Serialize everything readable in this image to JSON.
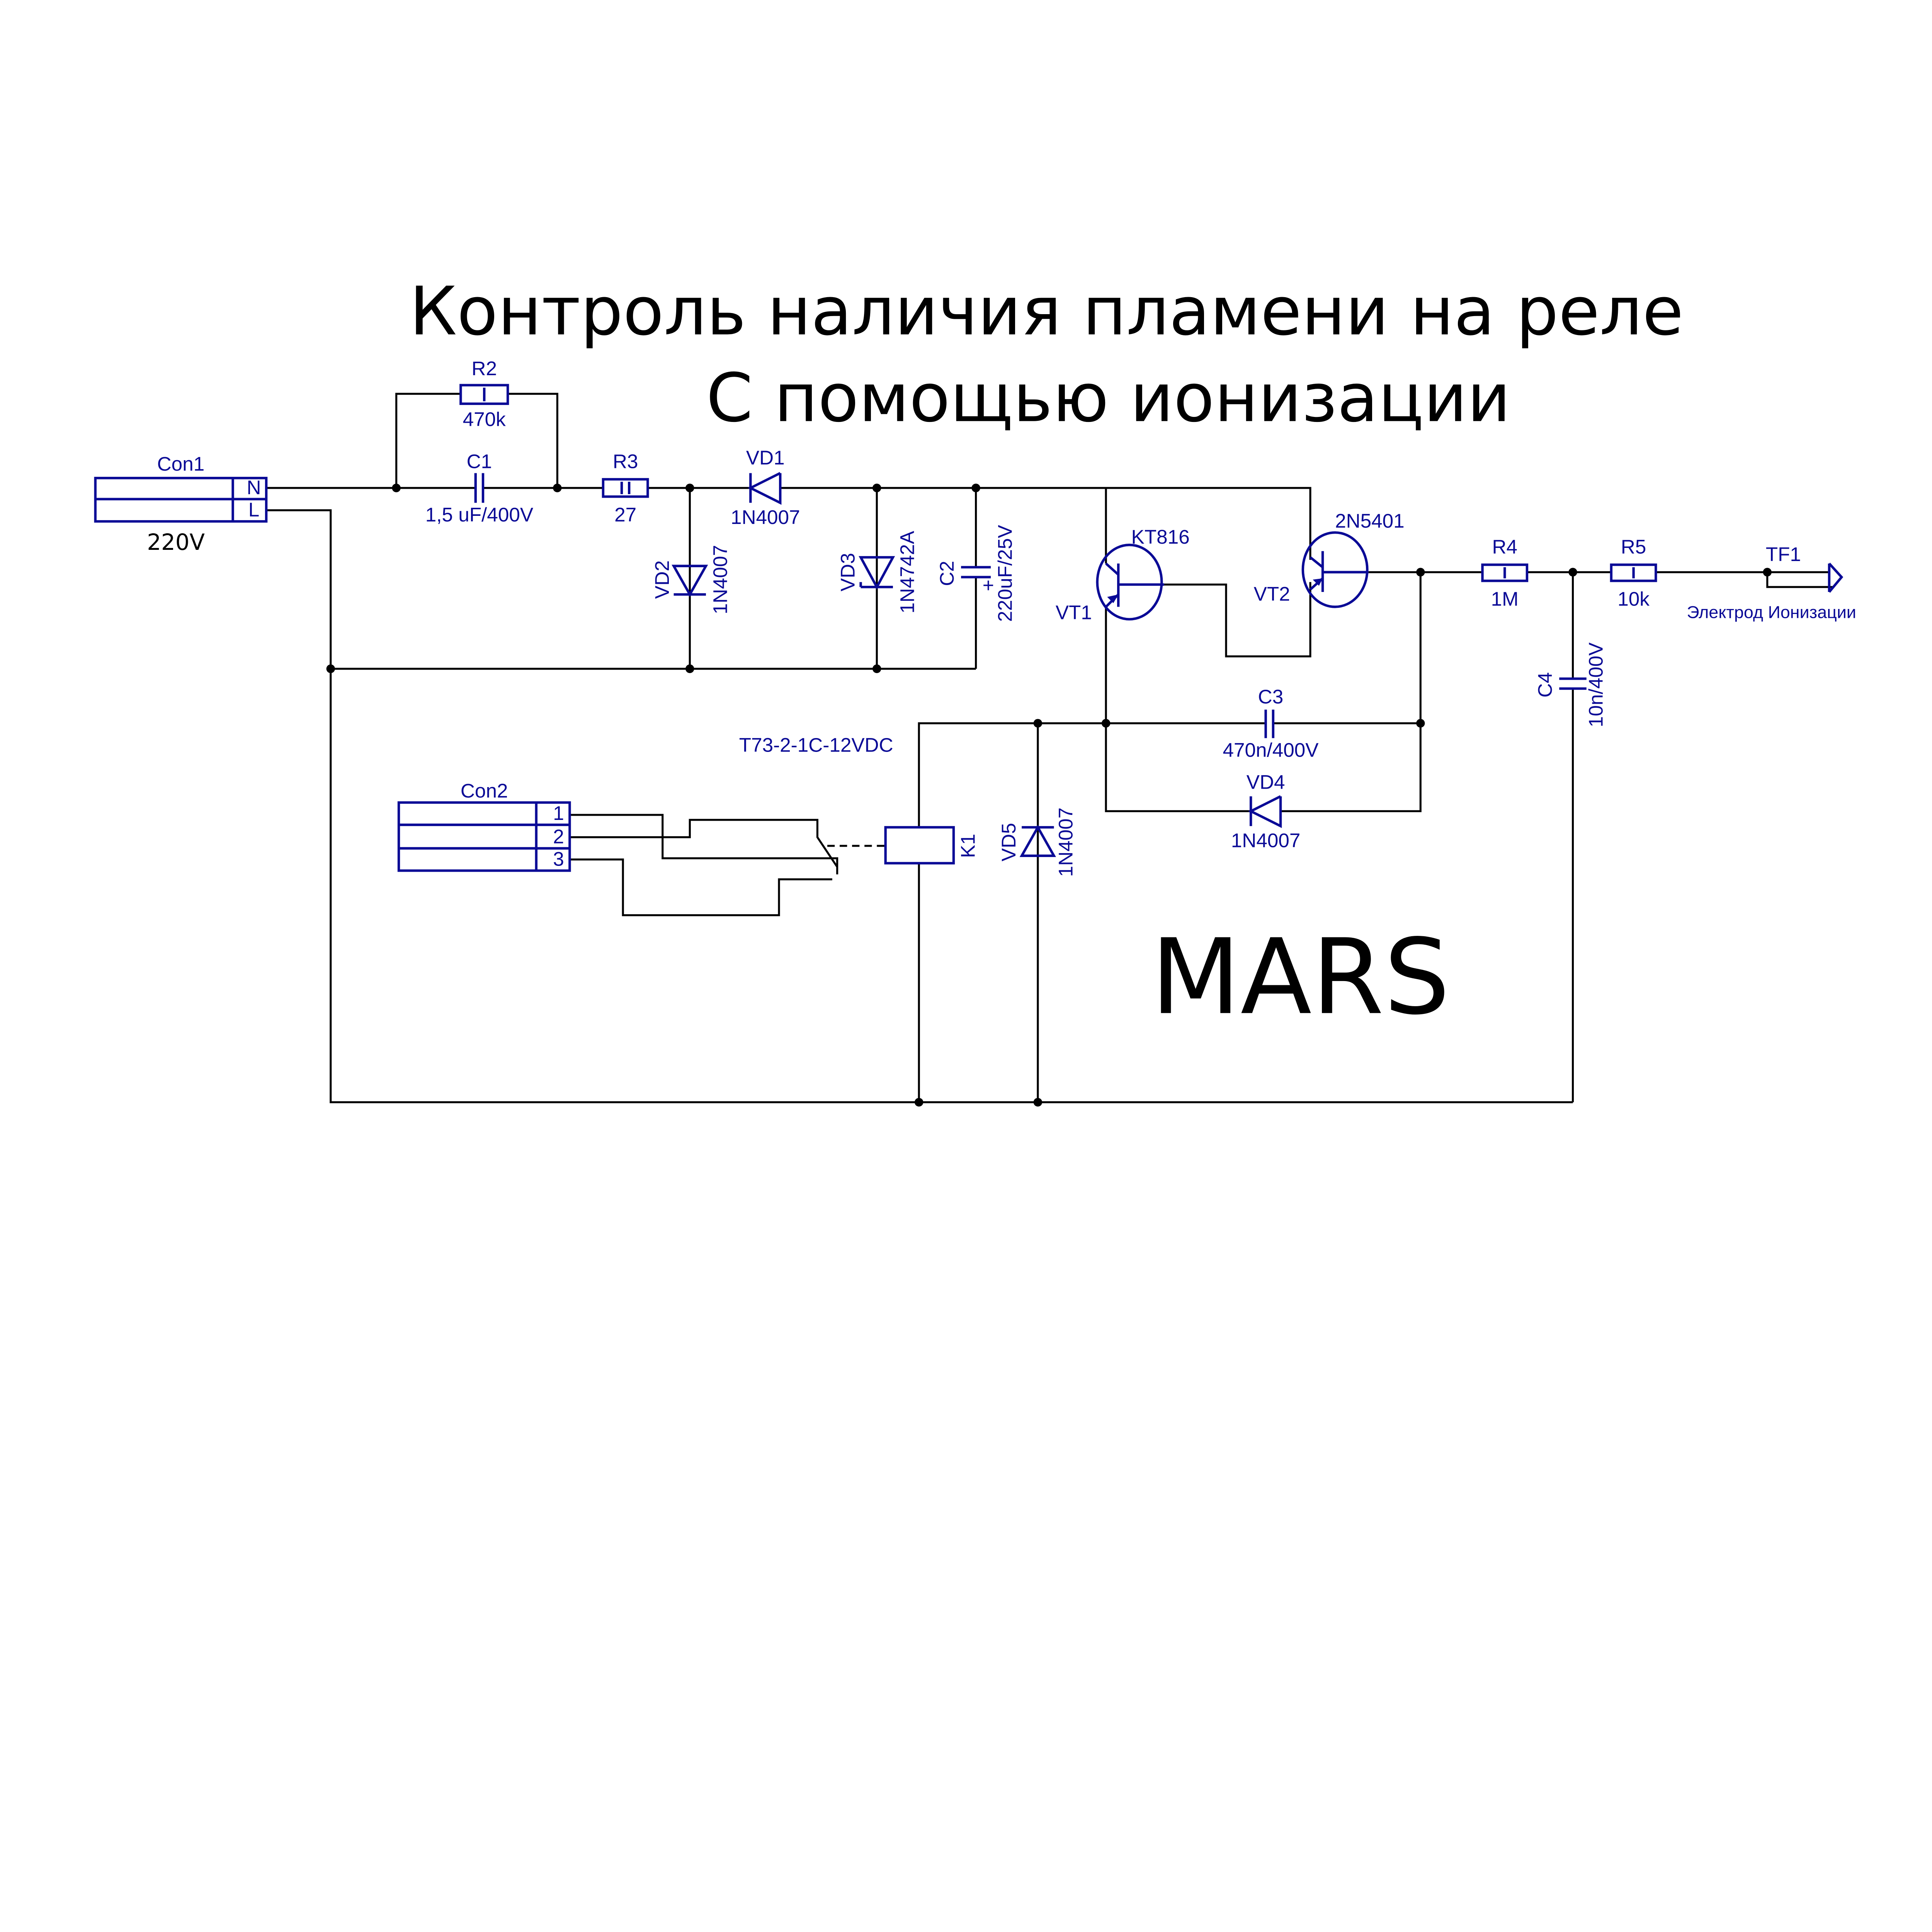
{
  "title": {
    "line1": "Контроль наличия пламени на реле",
    "line2": "С помощью ионизации"
  },
  "brand": "MARS",
  "colors": {
    "wire": "#000000",
    "component": "#0a0a96"
  },
  "components": {
    "con1": {
      "ref": "Con1",
      "value": "220V",
      "pins": [
        "N",
        "L"
      ]
    },
    "con2": {
      "ref": "Con2",
      "pins": [
        "1",
        "2",
        "3"
      ]
    },
    "r2": {
      "ref": "R2",
      "value": "470k"
    },
    "c1": {
      "ref": "C1",
      "value": "1,5 uF/400V"
    },
    "r3": {
      "ref": "R3",
      "value": "27"
    },
    "vd1": {
      "ref": "VD1",
      "value": "1N4007"
    },
    "vd2": {
      "ref": "VD2",
      "value": "1N4007"
    },
    "vd3": {
      "ref": "VD3",
      "value": "1N4742A"
    },
    "c2": {
      "ref": "C2",
      "value": "220uF/25V",
      "polarity": "+"
    },
    "vt1": {
      "ref": "VT1",
      "value": "KT816"
    },
    "vt2": {
      "ref": "VT2",
      "value": "2N5401"
    },
    "r4": {
      "ref": "R4",
      "value": "1M"
    },
    "r5": {
      "ref": "R5",
      "value": "10k"
    },
    "tf1": {
      "ref": "TF1",
      "value": "Электрод Ионизации"
    },
    "c3": {
      "ref": "C3",
      "value": "470n/400V"
    },
    "c4": {
      "ref": "C4",
      "value": "10n/400V"
    },
    "vd4": {
      "ref": "VD4",
      "value": "1N4007"
    },
    "vd5": {
      "ref": "VD5",
      "value": "1N4007"
    },
    "k1": {
      "ref": "K1",
      "value": "T73-2-1C-12VDC"
    }
  }
}
